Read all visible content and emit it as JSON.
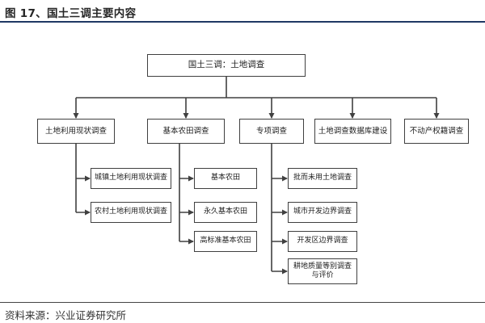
{
  "figure": {
    "title": "图 17、国土三调主要内容",
    "source": "资料来源：兴业证券研究所"
  },
  "diagram": {
    "root": {
      "label": "国土三调：土地调查"
    },
    "categories": [
      {
        "label": "土地利用现状调查",
        "children": [
          "城镇土地利用现状调查",
          "农村土地利用现状调查"
        ]
      },
      {
        "label": "基本农田调查",
        "children": [
          "基本农田",
          "永久基本农田",
          "高标准基本农田"
        ]
      },
      {
        "label": "专项调查",
        "children": [
          "批而未用土地调查",
          "城市开发边界调查",
          "开发区边界调查",
          "耕地质量等别调查\n与评价"
        ]
      },
      {
        "label": "土地调查数据库建设",
        "children": []
      },
      {
        "label": "不动产权籍调查",
        "children": []
      }
    ]
  },
  "colors": {
    "line": "#404040",
    "border": "#404040",
    "rule": "#1f3864"
  }
}
